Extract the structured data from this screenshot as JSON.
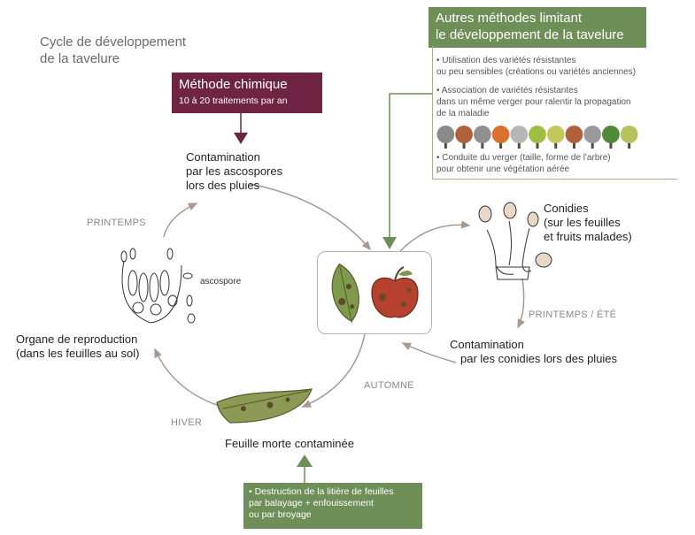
{
  "title": [
    "Cycle de développement",
    "de la tavelure"
  ],
  "chemical": {
    "heading": "Méthode chimique",
    "sub": "10 à 20 traitements par an"
  },
  "other_methods": {
    "heading": [
      "Autres méthodes limitant",
      "le développement de la tavelure"
    ],
    "bullets": [
      [
        "• Utilisation des variétés résistantes",
        "ou peu sensibles (créations ou variétés anciennes)"
      ],
      [
        "• Association de variétés résistantes",
        "dans un même verger pour ralentir la propagation",
        "de la maladie"
      ],
      [
        "• Conduite du verger (taille, forme de l'arbre)",
        "pour obtenir une végétation aérée"
      ]
    ],
    "tree_colors": [
      "#8a8a8a",
      "#b0613a",
      "#8f8f8f",
      "#d9722e",
      "#b6b6b6",
      "#9fbe45",
      "#c4c75a",
      "#b0613a",
      "#9a9a9a",
      "#4f8a3a",
      "#b6c25c"
    ]
  },
  "destruction": [
    "• Destruction de la litière de feuilles",
    "par balayage + enfouissement",
    "ou par broyage"
  ],
  "stages": {
    "contamination_asco": [
      "Contamination",
      "par les ascospores",
      "lors des pluies"
    ],
    "conidies": [
      "Conidies",
      "(sur les feuilles",
      "et fruits malades)"
    ],
    "contamination_conid": [
      "Contamination",
      "par les conidies lors des pluies"
    ],
    "feuille_morte": "Feuille morte contaminée",
    "organe": [
      "Organe de reproduction",
      "(dans les feuilles au sol)"
    ],
    "ascospore": "ascospore"
  },
  "seasons": {
    "printemps": "PRINTEMPS",
    "printemps_ete": "PRINTEMPS / ÉTÉ",
    "automne": "AUTOMNE",
    "hiver": "HIVER"
  },
  "colors": {
    "chem": "#6f2443",
    "green": "#6e8f57",
    "arrow": "#a89890"
  }
}
